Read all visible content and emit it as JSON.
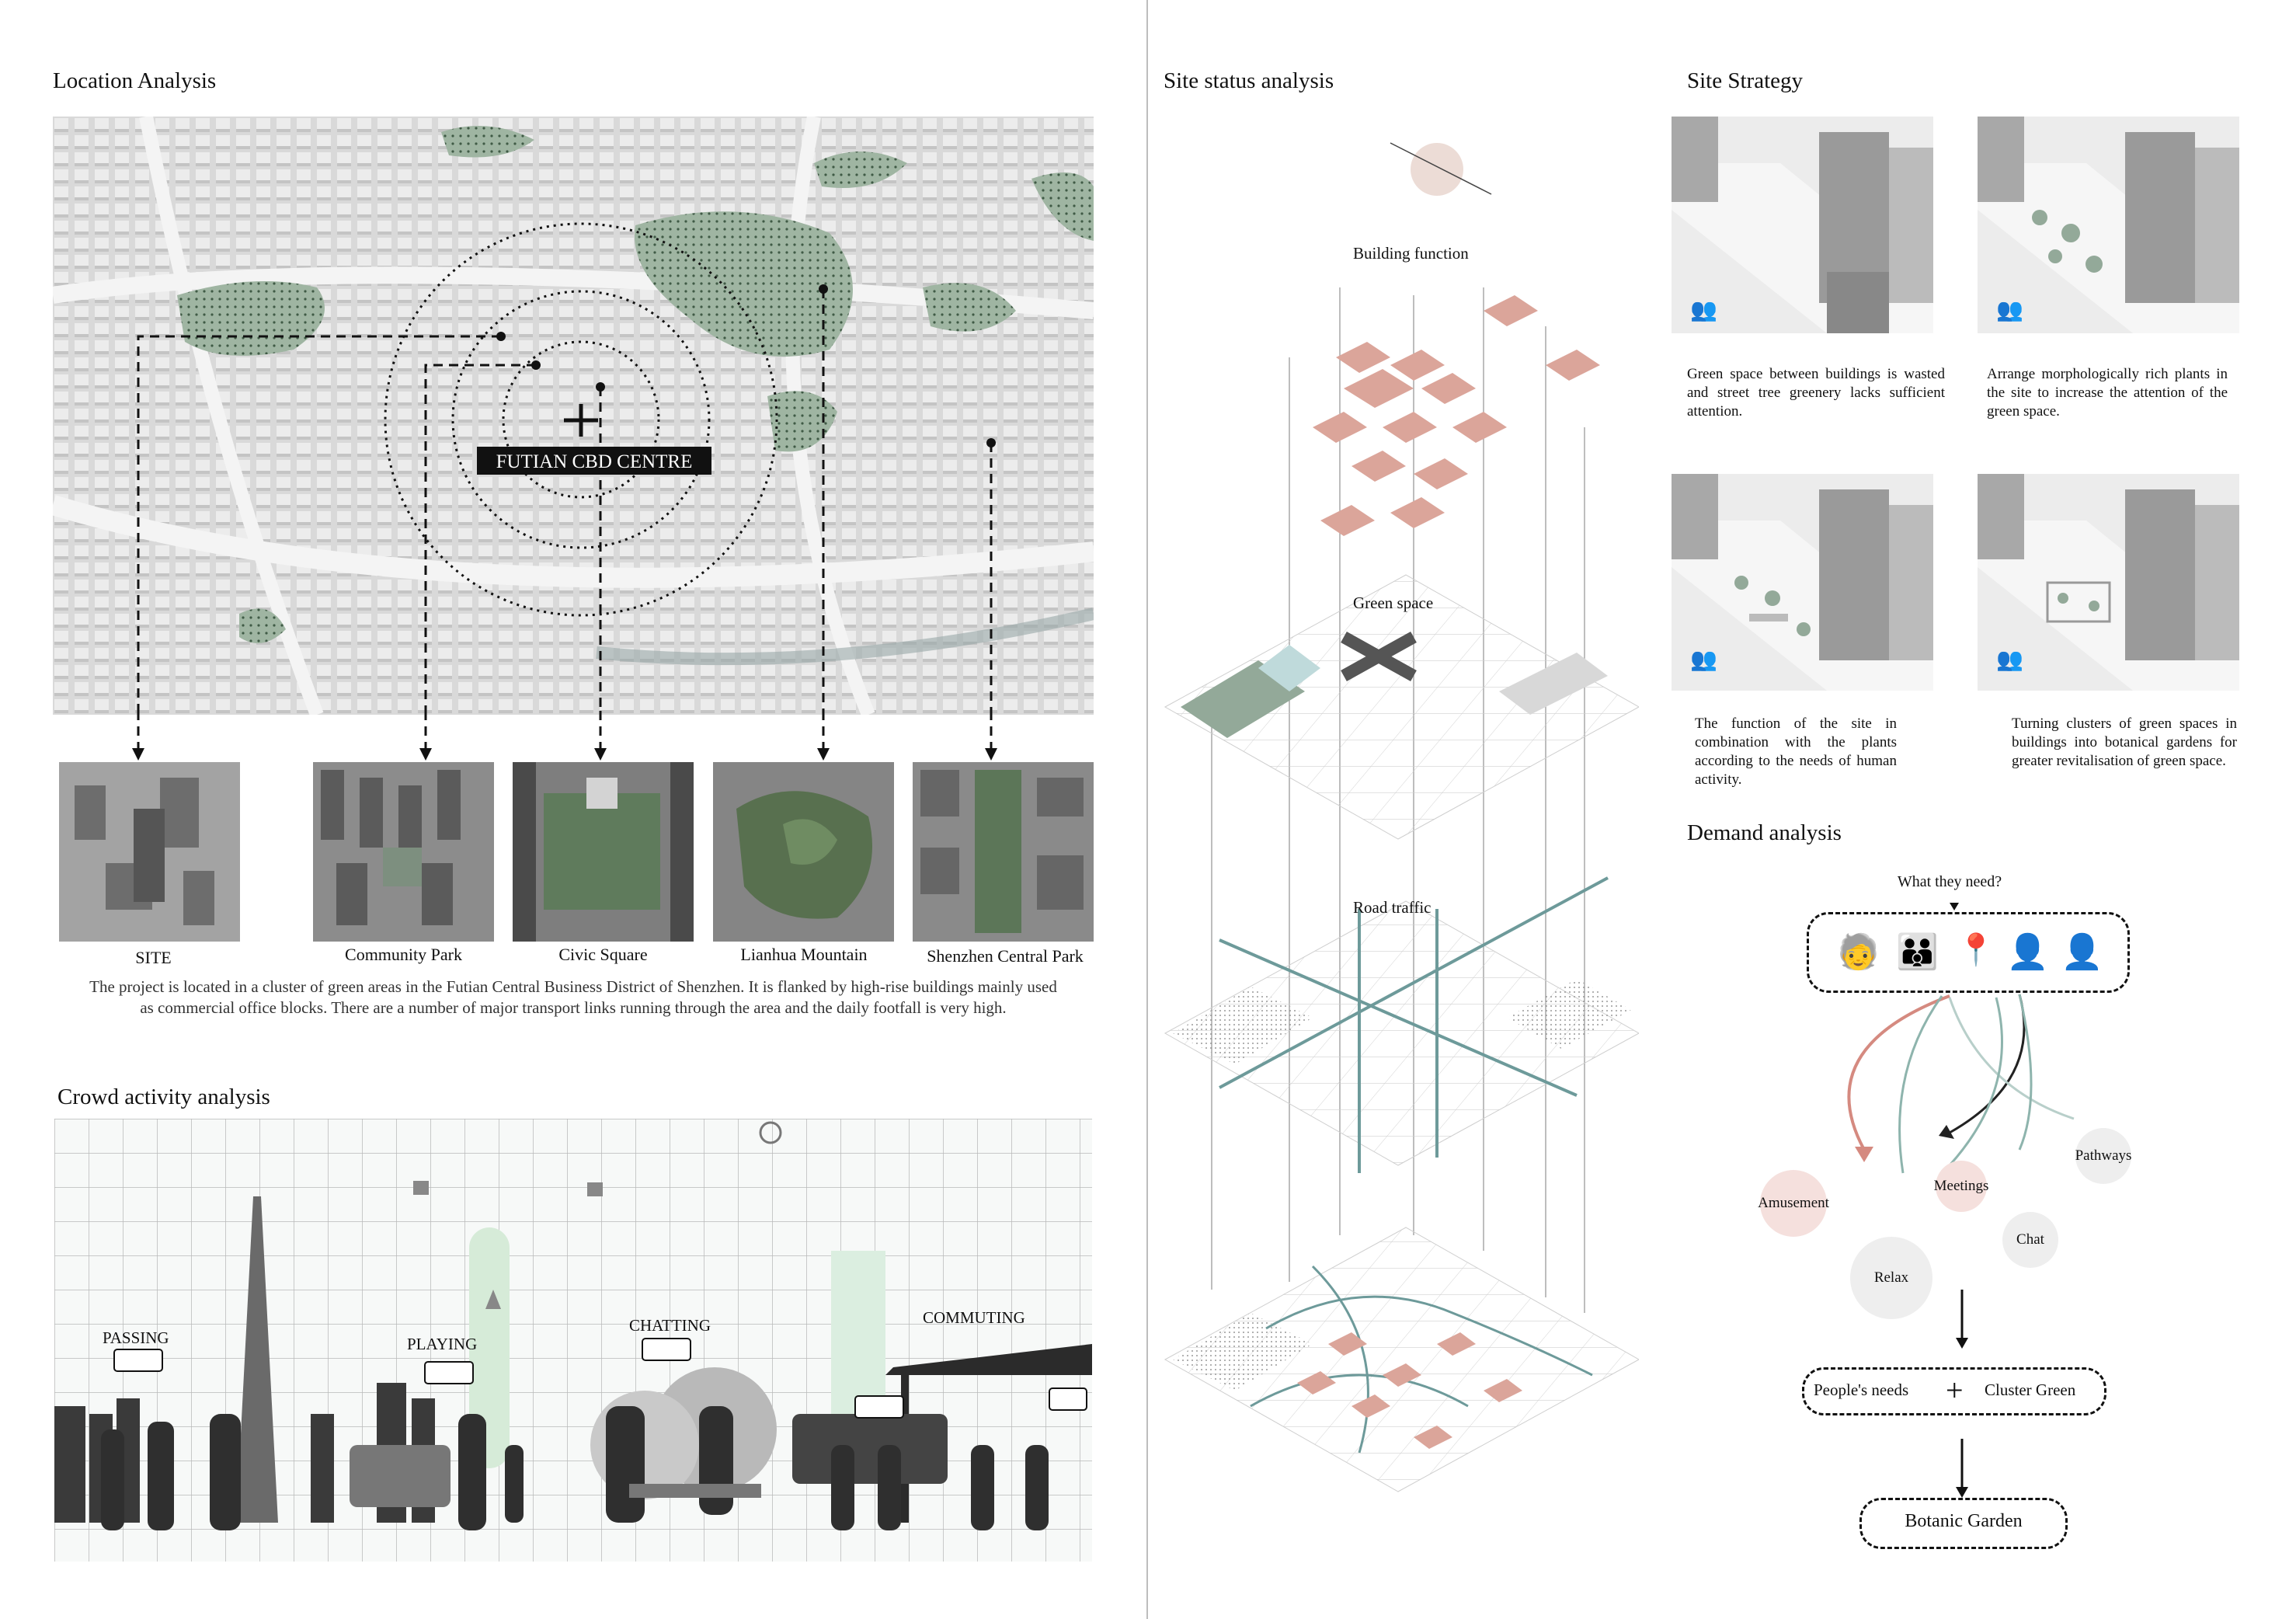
{
  "location": {
    "title": "Location Analysis",
    "centre_label": "FUTIAN CBD CENTRE",
    "thumbs": [
      "SITE",
      "Community Park",
      "Civic Square",
      "Lianhua Mountain",
      "Shenzhen Central Park"
    ],
    "description": "The project is located in a cluster of green areas in the Futian Central Business District of Shenzhen. It is flanked by high-rise buildings mainly used as commercial office blocks. There are a number of major transport links running through the area and the daily footfall is very high."
  },
  "crowd": {
    "title": "Crowd activity analysis",
    "labels": [
      "PASSING",
      "PLAYING",
      "CHATTING",
      "COMMUTING"
    ]
  },
  "site_status": {
    "title": "Site status analysis",
    "layers": [
      "Building function",
      "Green space",
      "Road traffic"
    ]
  },
  "strategy": {
    "title": "Site Strategy",
    "items": [
      "Green space between buildings is wasted and street tree greenery lacks sufficient attention.",
      "Arrange morphologically rich plants in the site to increase the attention of the green space.",
      "The function of the site in combination with the plants according to the needs of human activity.",
      "Turning clusters of green spaces in buildings into botanical gardens for greater revitalisation of green space."
    ]
  },
  "demand": {
    "title": "Demand analysis",
    "question": "What they need?",
    "needs": [
      "Amusement",
      "Meetings",
      "Pathways",
      "Chat",
      "Relax"
    ],
    "formula_left": "People's needs",
    "formula_right": "Cluster Green",
    "result": "Botanic Garden"
  },
  "colors": {
    "green": "#8fa892",
    "pink": "#dba59a",
    "teal": "#6d9a9a",
    "grey": "#d9d9d9"
  }
}
